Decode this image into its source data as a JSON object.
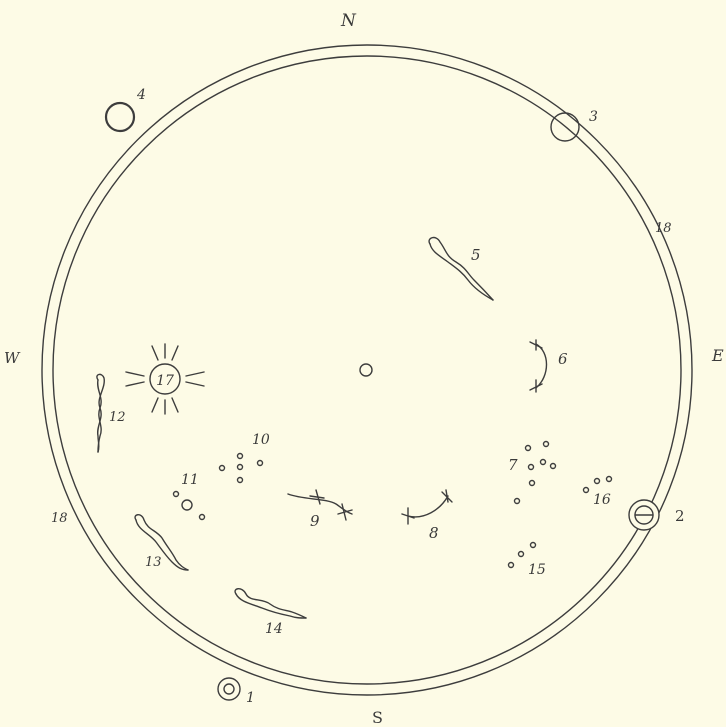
{
  "directions": {
    "north": "N",
    "south": "S",
    "east": "E",
    "west": "W"
  },
  "ring_marks": {
    "east_18": "18",
    "west_18": "18"
  },
  "markers": [
    {
      "id": "1",
      "label": "1",
      "icon": "double-circle-icon"
    },
    {
      "id": "2",
      "label": "2",
      "icon": "circle-with-bar-icon"
    },
    {
      "id": "3",
      "label": "3",
      "icon": "circle-icon"
    },
    {
      "id": "4",
      "label": "4",
      "icon": "circle-icon"
    },
    {
      "id": "5",
      "label": "5",
      "icon": "serpent-icon"
    },
    {
      "id": "6",
      "label": "6",
      "icon": "arc-icon"
    },
    {
      "id": "7",
      "label": "7",
      "icon": "dots-cluster-icon"
    },
    {
      "id": "8",
      "label": "8",
      "icon": "arc-icon"
    },
    {
      "id": "9",
      "label": "9",
      "icon": "arc-icon"
    },
    {
      "id": "10",
      "label": "10",
      "icon": "dots-cluster-icon"
    },
    {
      "id": "11",
      "label": "11",
      "icon": "dots-cluster-icon"
    },
    {
      "id": "12",
      "label": "12",
      "icon": "serpent-icon"
    },
    {
      "id": "13",
      "label": "13",
      "icon": "serpent-icon"
    },
    {
      "id": "14",
      "label": "14",
      "icon": "serpent-icon"
    },
    {
      "id": "15",
      "label": "15",
      "icon": "dots-cluster-icon"
    },
    {
      "id": "16",
      "label": "16",
      "icon": "dots-cluster-icon"
    },
    {
      "id": "17",
      "label": "17",
      "icon": "sun-icon"
    }
  ],
  "colors": {
    "background": "#fdfbe6",
    "ink": "#3d3d3d"
  }
}
